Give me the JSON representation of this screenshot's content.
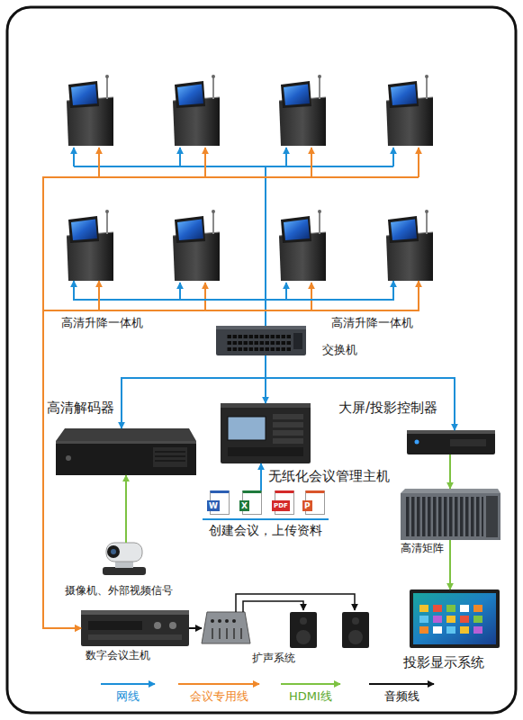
{
  "diagram": {
    "nodes": [
      {
        "text": [
          "高清升降一体机"
        ]
      },
      {
        "text": [
          "高清升降一体机"
        ]
      },
      {
        "text": [
          "交换机"
        ]
      },
      {
        "text": [
          "高清解码器"
        ]
      },
      {
        "text": [
          "无纸化会议管理主机"
        ]
      },
      {
        "text": [
          "大屏/投影控制器"
        ]
      },
      {
        "text": [
          "创建会议，上传资料"
        ]
      },
      {
        "text": [
          "高清矩阵"
        ]
      },
      {
        "text": [
          "摄像机、外部视频信号"
        ]
      },
      {
        "text": [
          "投影显示系统"
        ]
      },
      {
        "text": [
          "数字会议主机"
        ]
      },
      {
        "text": [
          "扩声系统"
        ]
      }
    ],
    "edges": [
      {
        "from": 2,
        "to": 0,
        "arrow": "to"
      },
      {
        "from": 2,
        "to": 1,
        "arrow": "to"
      },
      {
        "from": 10,
        "to": 0,
        "arrow": "both"
      },
      {
        "from": 10,
        "to": 1,
        "arrow": "both"
      },
      {
        "from": 2,
        "to": 3,
        "arrow": "to"
      },
      {
        "from": 2,
        "to": 4,
        "arrow": "to"
      },
      {
        "from": 2,
        "to": 5,
        "arrow": "to"
      },
      {
        "from": 6,
        "to": 4,
        "arrow": "to"
      },
      {
        "from": 8,
        "to": 3,
        "arrow": "to"
      },
      {
        "from": 5,
        "to": 7,
        "arrow": "to"
      },
      {
        "from": 7,
        "to": 9,
        "arrow": "to"
      },
      {
        "from": 10,
        "to": 11,
        "arrow": "to"
      }
    ],
    "labels": [
      "W",
      "X",
      "PDF",
      "P"
    ],
    "legend": [
      {
        "text": "网线"
      },
      {
        "text": "会议专用线"
      },
      {
        "text": "HDMI线"
      },
      {
        "text": "音频线"
      }
    ]
  }
}
